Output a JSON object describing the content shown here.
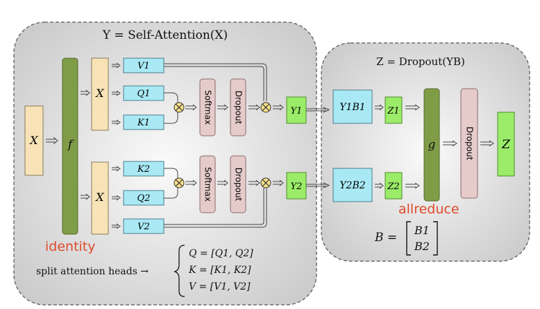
{
  "colors": {
    "input_fill": "#f7e3b6",
    "input_stroke": "#8a7a5a",
    "f_fill": "#7f9d47",
    "g_fill": "#7f9d47",
    "qkv_fill": "#a9e9f5",
    "ops_fill": "#e6cbcb",
    "y_fill": "#9bec68",
    "red_label": "#e04a2a",
    "op_circle": "#f5e08a",
    "panel_stroke": "#555555",
    "panel_center": "#f8f8f8",
    "panel_edge": "#cfcfcf"
  },
  "left_panel": {
    "title": "Y = Self-Attention(X)"
  },
  "right_panel": {
    "title": "Z = Dropout(YB)"
  },
  "input": {
    "x": "X"
  },
  "f_block": {
    "label": "f"
  },
  "heads": [
    {
      "x": "X",
      "v": "V1",
      "q": "Q1",
      "k": "K1",
      "softmax": "Softmax",
      "dropout": "Dropout",
      "y": "Y1",
      "yb": "Y1B1",
      "z": "Z1"
    },
    {
      "x": "X",
      "k": "K2",
      "q": "Q2",
      "v": "V2",
      "softmax": "Softmax",
      "dropout": "Dropout",
      "y": "Y2",
      "yb": "Y2B2",
      "z": "Z2"
    }
  ],
  "g_block": {
    "label": "g"
  },
  "final_dropout": "Dropout",
  "output": {
    "z": "Z"
  },
  "labels": {
    "identity": "identity",
    "allreduce": "allreduce",
    "split_heads": "split attention heads →",
    "q_split": "Q = [Q1, Q2]",
    "k_split": "K = [K1, K2]",
    "v_split": "V = [V1, V2]",
    "b_eq": "B =",
    "b1": "B1",
    "b2": "B2"
  },
  "icons": {
    "multiply": "circled-times-icon",
    "arrow": "double-arrow-icon"
  }
}
